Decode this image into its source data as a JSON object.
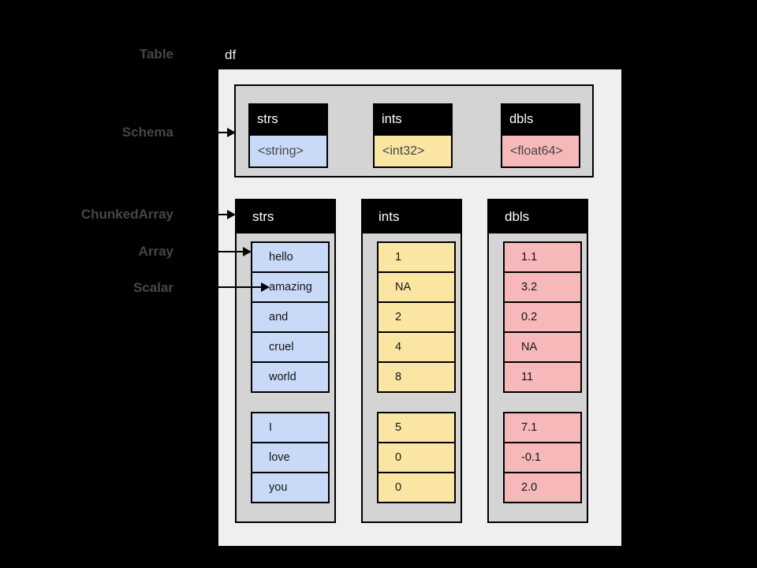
{
  "sidebar_labels": {
    "table": "Table",
    "schema": "Schema",
    "chunked_array": "ChunkedArray",
    "array": "Array",
    "scalar": "Scalar"
  },
  "table": {
    "name": "df",
    "schema": {
      "fields": [
        {
          "name": "strs",
          "type": "<string>",
          "color": "#c9daf8"
        },
        {
          "name": "ints",
          "type": "<int32>",
          "color": "#fbe5a2"
        },
        {
          "name": "dbls",
          "type": "<float64>",
          "color": "#f7b8b9"
        }
      ]
    },
    "columns": [
      {
        "name": "strs",
        "color": "#c9daf8",
        "chunks": [
          [
            "hello",
            "amazing",
            "and",
            "cruel",
            "world"
          ],
          [
            "I",
            "love",
            "you"
          ]
        ]
      },
      {
        "name": "ints",
        "color": "#fbe5a2",
        "chunks": [
          [
            "1",
            "NA",
            "2",
            "4",
            "8"
          ],
          [
            "5",
            "0",
            "0"
          ]
        ]
      },
      {
        "name": "dbls",
        "color": "#f7b8b9",
        "chunks": [
          [
            "1.1",
            "3.2",
            "0.2",
            "NA",
            "11"
          ],
          [
            "7.1",
            "-0.1",
            "2.0"
          ]
        ]
      }
    ]
  },
  "colors": {
    "background": "#000000",
    "outer_box": "#efefef",
    "panel_gray": "#d4d4d4",
    "label_text": "#43464b",
    "header_text": "#ffffff",
    "arrow": "#000000"
  }
}
